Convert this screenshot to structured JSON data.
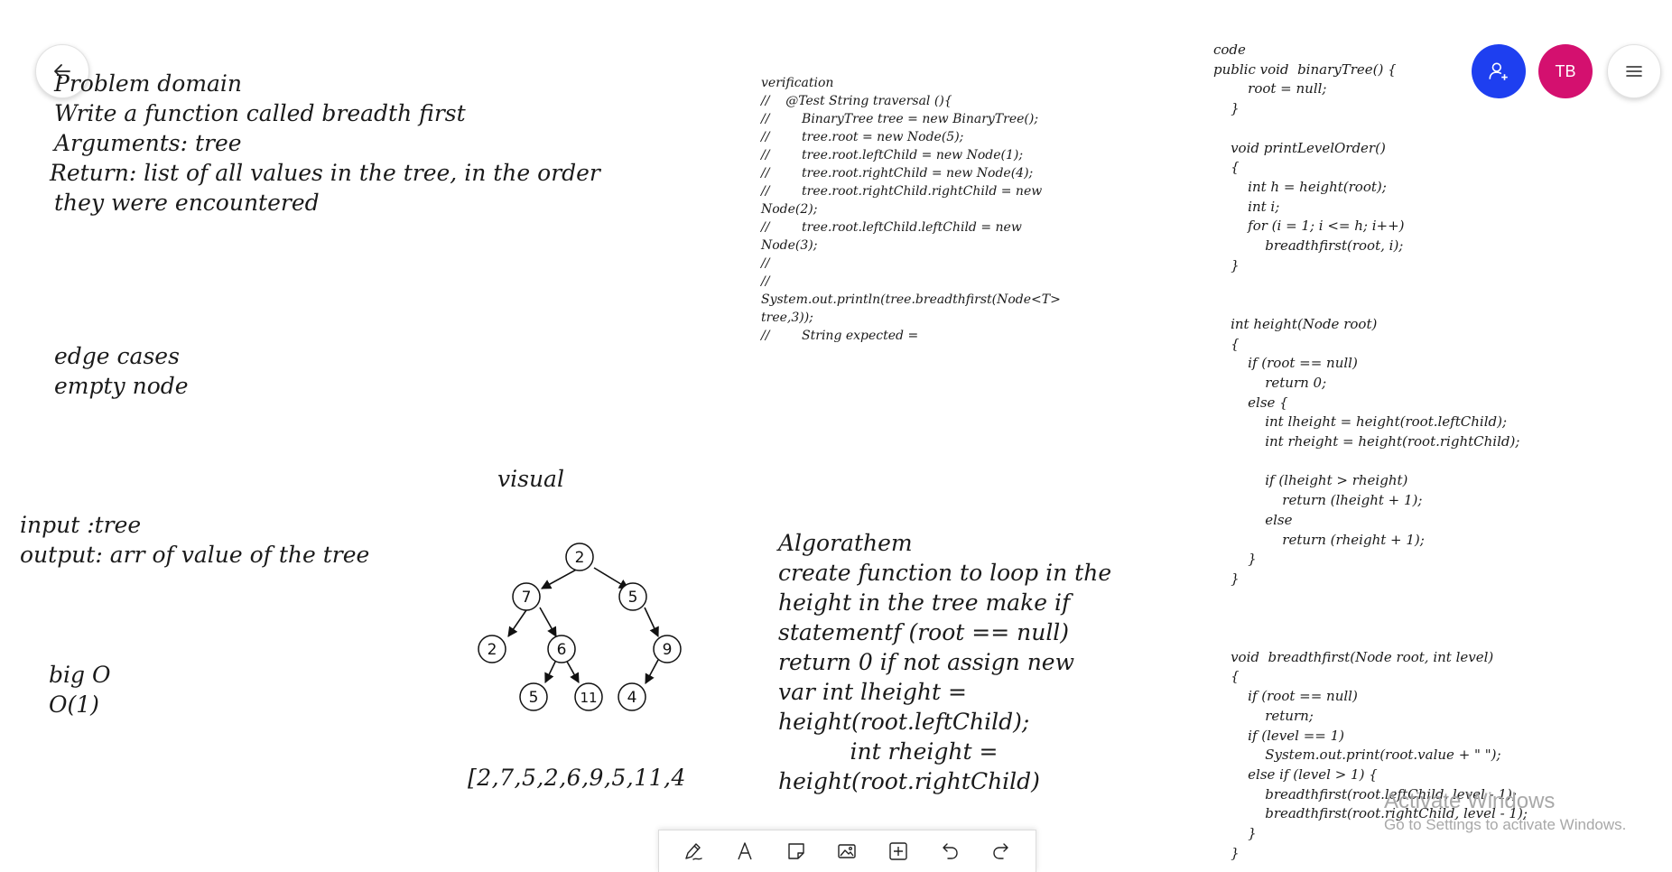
{
  "header": {
    "avatar_initials": "TB"
  },
  "notes": {
    "problem_domain": [
      "Problem domain",
      "Write a function called breadth first",
      "Arguments: tree",
      "Return: list of all values in the tree, in the order",
      "they were encountered"
    ],
    "edge_cases": [
      "edge cases",
      "empty node"
    ],
    "input_output": [
      "input :tree",
      "output: arr of value of the tree"
    ],
    "big_o": [
      "big O",
      "O(1)"
    ],
    "visual_title": "visual",
    "array_output": "[2,7,5,2,6,9,5,11,4",
    "algorithm": [
      "Algorathem",
      "create function to loop in the",
      "height in the tree make if",
      "statementf (root == null)",
      "return 0 if not assign new",
      "var int lheight =",
      "height(root.leftChild);",
      "          int rheight =",
      "height(root.rightChild)"
    ],
    "verification": [
      "verification",
      "//    @Test String traversal (){",
      "//        BinaryTree tree = new BinaryTree();",
      "//        tree.root = new Node(5);",
      "//        tree.root.leftChild = new Node(1);",
      "//        tree.root.rightChild = new Node(4);",
      "//        tree.root.rightChild.rightChild = new",
      "Node(2);",
      "//        tree.root.leftChild.leftChild = new",
      "Node(3);",
      "//",
      "//",
      "System.out.println(tree.breadthfirst(Node<T>",
      "tree,3));",
      "//        String expected ="
    ],
    "code": [
      "code",
      "public void  binaryTree() {",
      "        root = null;",
      "    }",
      "",
      "    void printLevelOrder()",
      "    {",
      "        int h = height(root);",
      "        int i;",
      "        for (i = 1; i <= h; i++)",
      "            breadthfirst(root, i);",
      "    }",
      "",
      "",
      "    int height(Node root)",
      "    {",
      "        if (root == null)",
      "            return 0;",
      "        else {",
      "            int lheight = height(root.leftChild);",
      "            int rheight = height(root.rightChild);",
      "",
      "            if (lheight > rheight)",
      "                return (lheight + 1);",
      "            else",
      "                return (rheight + 1);",
      "        }",
      "    }",
      "",
      "",
      "",
      "    void  breadthfirst(Node root, int level)",
      "    {",
      "        if (root == null)",
      "            return;",
      "        if (level == 1)",
      "            System.out.print(root.value + \" \");",
      "        else if (level > 1) {",
      "            breadthfirst(root.leftChild, level - 1);",
      "            breadthfirst(root.rightChild, level - 1);",
      "        }",
      "    }"
    ]
  },
  "tree": {
    "nodes": [
      {
        "id": "n2a",
        "value": "2"
      },
      {
        "id": "n7",
        "value": "7"
      },
      {
        "id": "n5a",
        "value": "5"
      },
      {
        "id": "n2b",
        "value": "2"
      },
      {
        "id": "n6",
        "value": "6"
      },
      {
        "id": "n9",
        "value": "9"
      },
      {
        "id": "n5b",
        "value": "5"
      },
      {
        "id": "n11",
        "value": "11"
      },
      {
        "id": "n4",
        "value": "4"
      }
    ]
  },
  "watermark": {
    "title": "Activate Windows",
    "subtitle": "Go to Settings to activate Windows."
  },
  "toolbar": {
    "tools": [
      "pen-icon",
      "text-icon",
      "sticky-note-icon",
      "image-icon",
      "insert-icon",
      "undo-icon",
      "redo-icon"
    ]
  },
  "colors": {
    "share_button": "#1e3ff0",
    "avatar": "#d4106f"
  }
}
